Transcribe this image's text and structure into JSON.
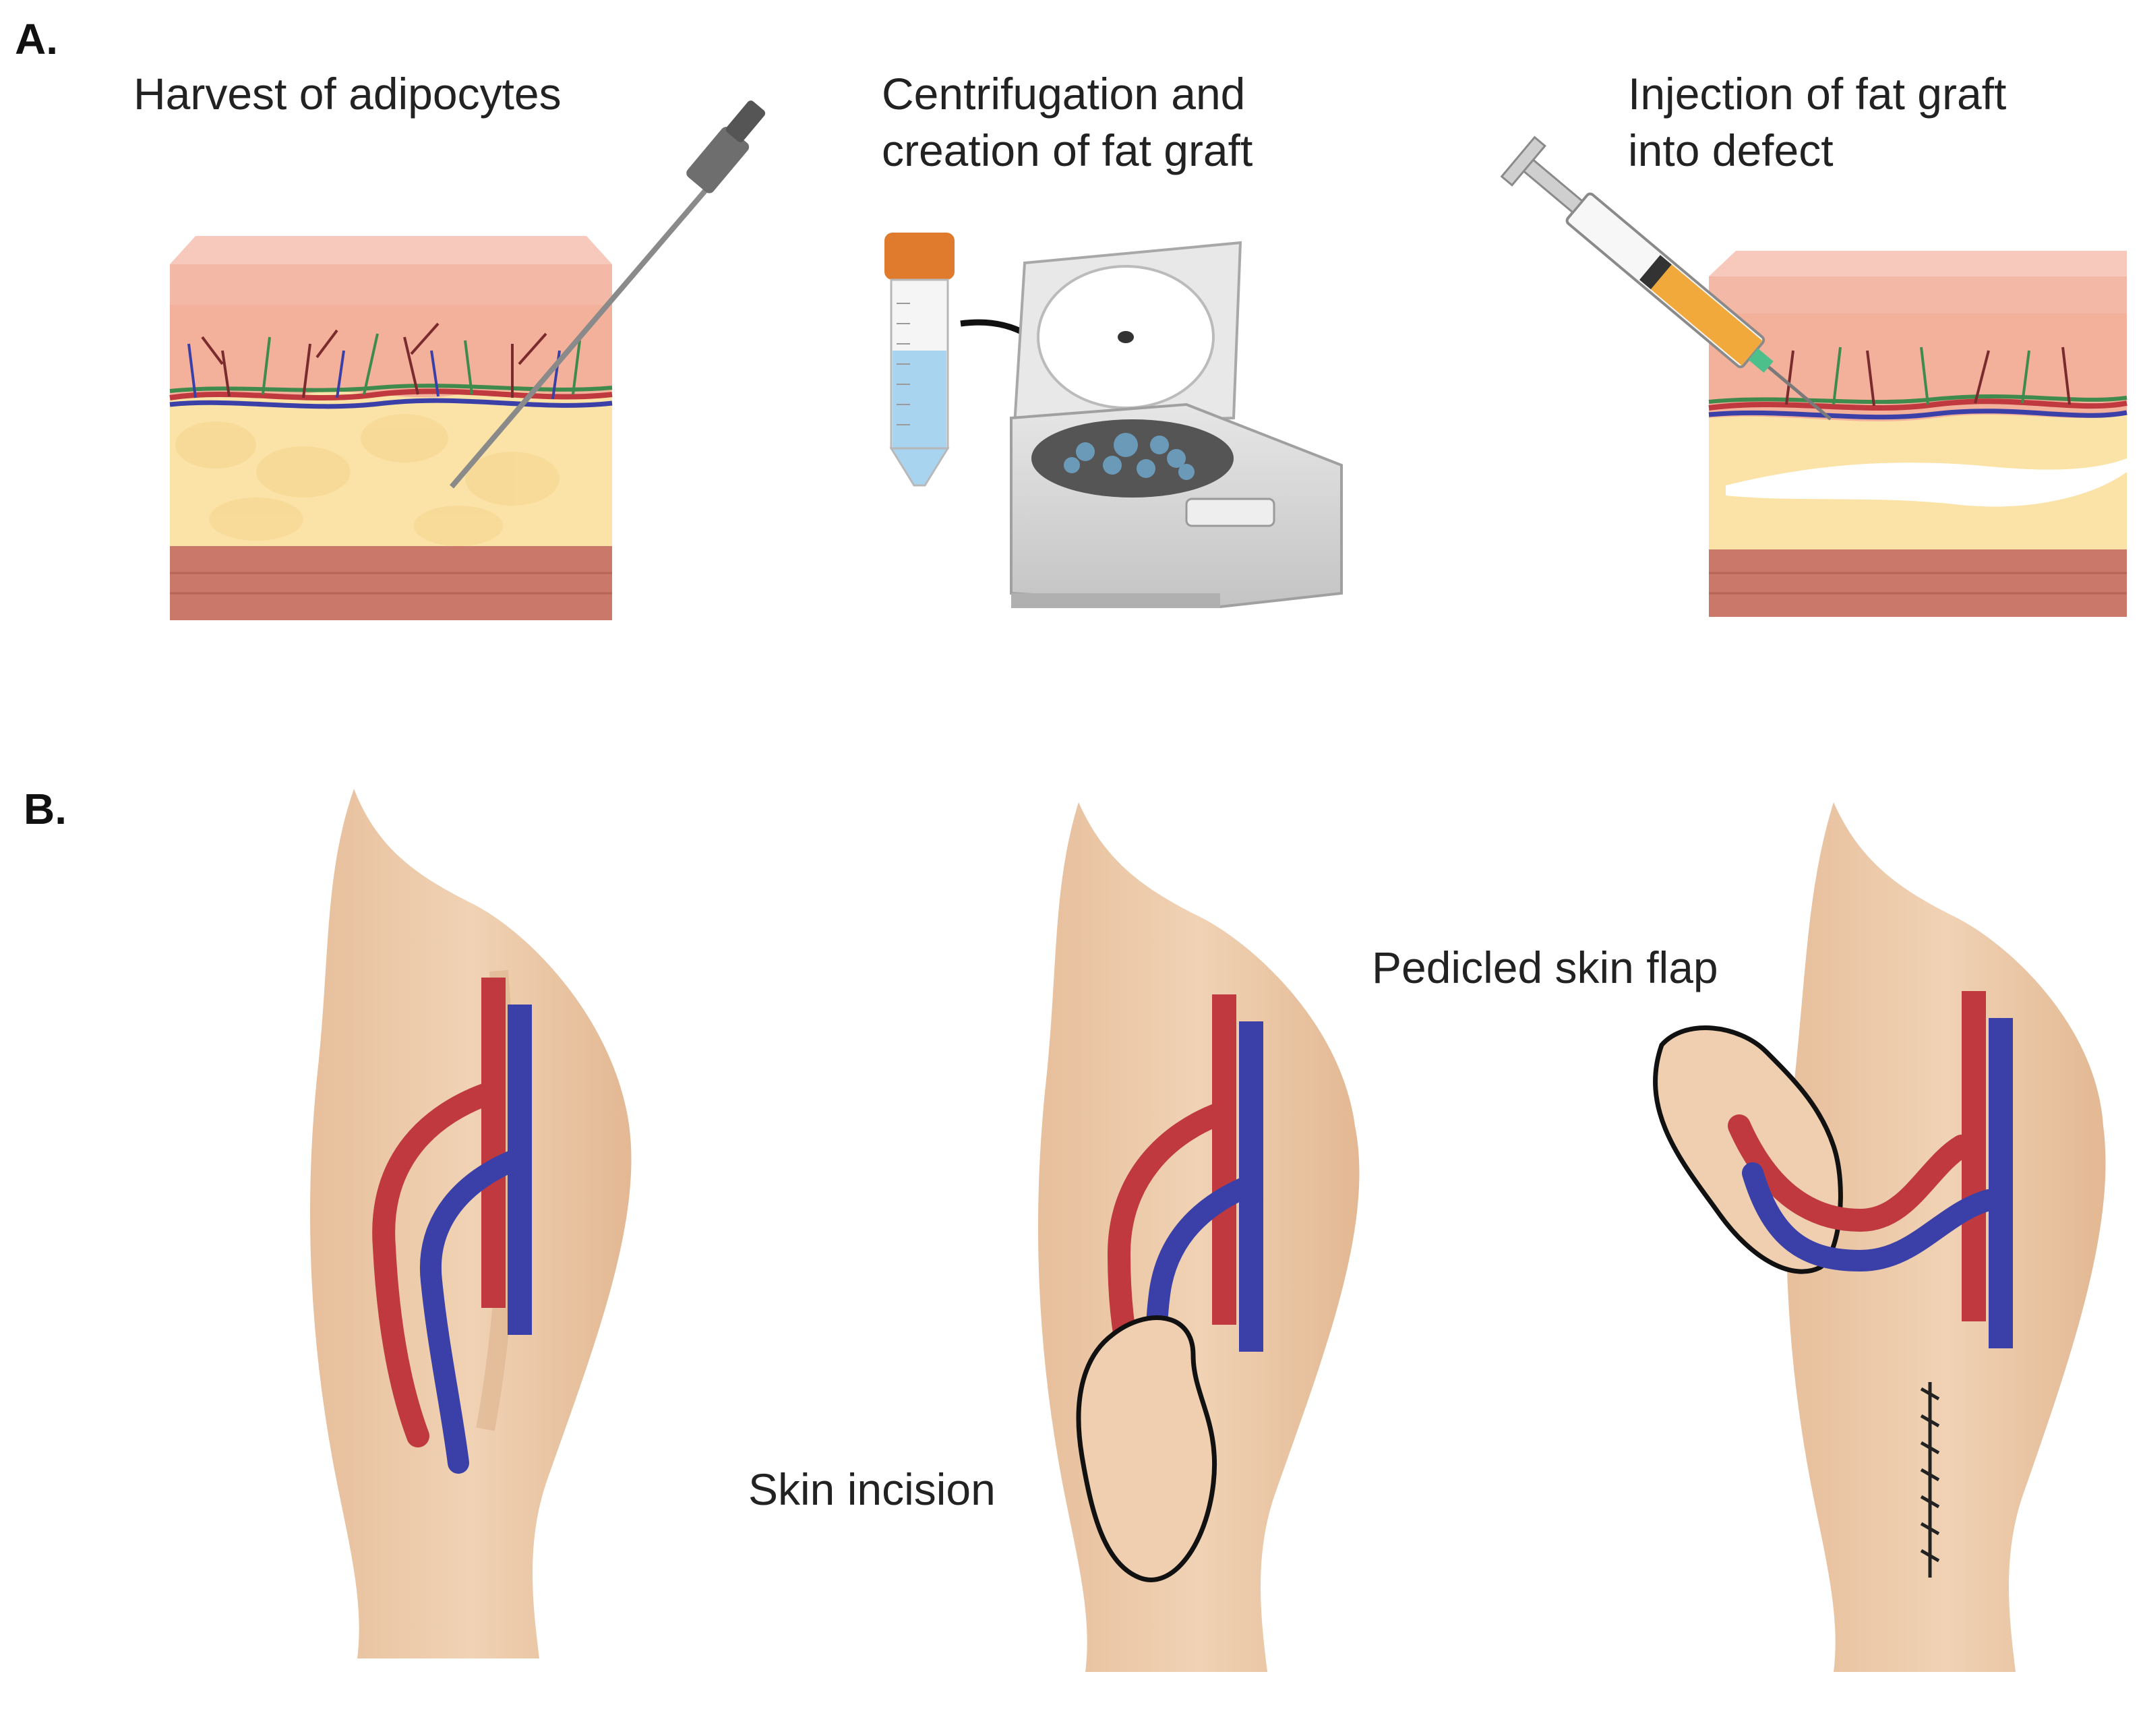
{
  "panel_a": {
    "label": "A.",
    "steps": [
      {
        "caption_lines": [
          "Harvest of adipocytes"
        ]
      },
      {
        "caption_lines": [
          "Centrifugation and",
          "creation of fat graft"
        ]
      },
      {
        "caption_lines": [
          "Injection of fat graft",
          "into defect"
        ]
      }
    ]
  },
  "panel_b": {
    "label": "B.",
    "annotations": {
      "skin_incision": "Skin incision",
      "pedicled_skin_flap": "Pedicled skin flap"
    }
  },
  "colors": {
    "epidermis": "#f4c0b5",
    "dermis": "#f2b6a0",
    "fat": "#fbe3a8",
    "muscle": "#c9786a",
    "artery": "#c0393e",
    "vein": "#3b40a8",
    "skin": "#efcfb0",
    "syringe_fat": "#f2a93b",
    "tube_cap": "#e07b2d",
    "tube_liquid": "#a9d4f0",
    "centrifuge": "#d9d9d9"
  }
}
